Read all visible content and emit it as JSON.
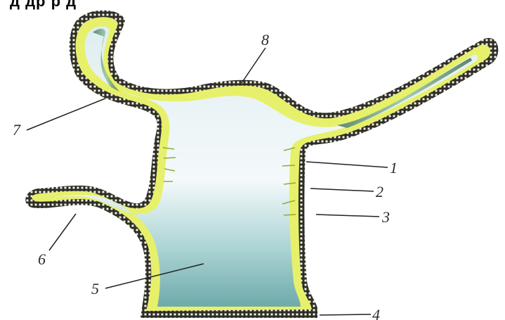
{
  "header": {
    "title": "д                            др  р   д"
  },
  "colors": {
    "ectoderm": "#e7f06a",
    "ectoderm_edge": "#2d2d25",
    "cavity_light": "#eef5f8",
    "cavity_deep": "#7fb6b3",
    "mesoglea": "#9fc03a"
  },
  "labels": {
    "l1": "1",
    "l2": "2",
    "l3": "3",
    "l4": "4",
    "l5": "5",
    "l6": "6",
    "l7": "7",
    "l8": "8"
  }
}
